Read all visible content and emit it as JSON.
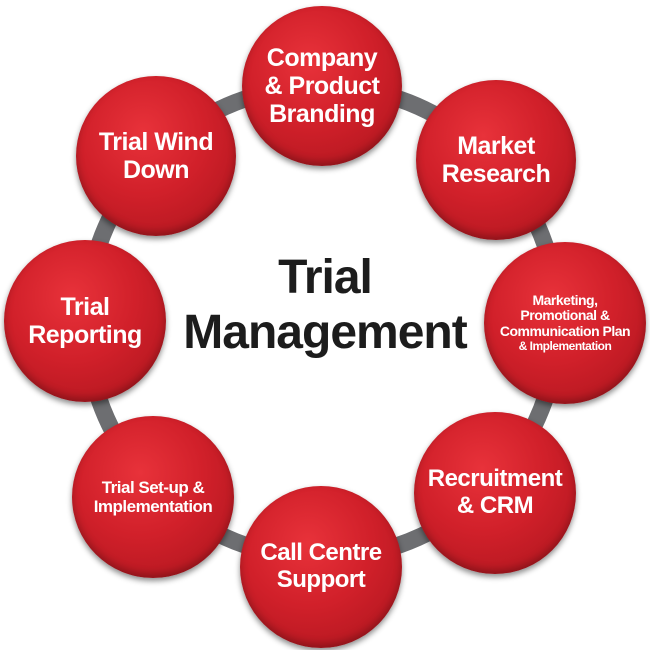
{
  "center": {
    "line1": "Trial",
    "line2": "Management"
  },
  "colors": {
    "node": "#d1202a",
    "ring": "#6d6e71",
    "text_dark": "#1c1c1c"
  },
  "nodes": [
    {
      "lines": [
        "Company",
        "& Product",
        "Branding"
      ]
    },
    {
      "lines": [
        "Market",
        "Research"
      ]
    },
    {
      "lines": [
        "Marketing,",
        "Promotional &",
        "Communication Plan",
        "& Implementation"
      ]
    },
    {
      "lines": [
        "Recruitment",
        "& CRM"
      ]
    },
    {
      "lines": [
        "Call Centre",
        "Support"
      ]
    },
    {
      "lines": [
        "Trial Set-up &",
        "Implementation"
      ]
    },
    {
      "lines": [
        "Trial",
        "Reporting"
      ]
    },
    {
      "lines": [
        "Trial Wind",
        "Down"
      ]
    }
  ]
}
